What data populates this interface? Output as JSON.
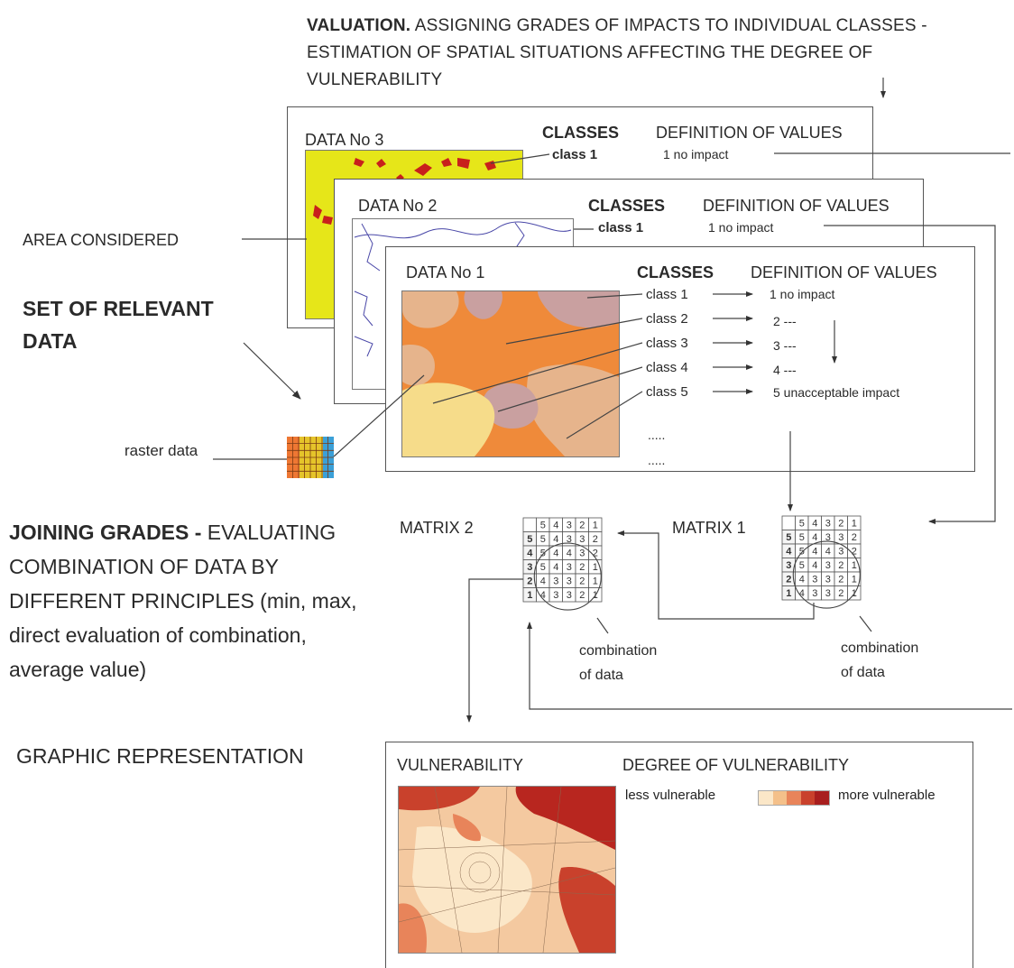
{
  "valuation": {
    "title": "VALUATION.",
    "line1_rest": "ASSIGNING GRADES OF IMPACTS TO INDIVIDUAL CLASSES -",
    "line2": "ESTIMATION OF SPATIAL SITUATIONS AFFECTING THE DEGREE OF",
    "line3": "VULNERABILITY"
  },
  "left": {
    "area_considered": "AREA CONSIDERED",
    "set_of_relevant_line1": "SET OF RELEVANT",
    "set_of_relevant_line2": "DATA",
    "raster_data": "raster data",
    "joining_bold": "JOINING GRADES -",
    "joining_line1_rest": " EVALUATING",
    "joining_line2": "COMBINATION  OF  DATA  BY",
    "joining_line3": "DIFFERENT PRINCIPLES (min, max,",
    "joining_line4": "direct evaluation of combination,",
    "joining_line5": "average value)",
    "graphic_representation": "GRAPHIC REPRESENTATION"
  },
  "data3": {
    "title": "DATA  No 3",
    "classes": "CLASSES",
    "class1": "class 1",
    "def": "DEFINITION OF VALUES",
    "value1": "1 no impact"
  },
  "data2": {
    "title": "DATA  No 2",
    "classes": "CLASSES",
    "class1": "class 1",
    "def": "DEFINITION OF VALUES",
    "value1": "1 no impact"
  },
  "data1": {
    "title": "DATA  No 1",
    "classes": "CLASSES",
    "def": "DEFINITION OF VALUES",
    "class_labels": [
      "class 1",
      "class 2",
      "class 3",
      "class 4",
      "class 5"
    ],
    "values": [
      "1 no impact",
      "2 ---",
      "3 ---",
      "4 ---",
      "5 unacceptable impact"
    ],
    "ellipsis1": ".....",
    "ellipsis2": "....."
  },
  "matrix": {
    "matrix2_label": "MATRIX 2",
    "matrix1_label": "MATRIX 1",
    "combination_line1": "combination",
    "combination_line2": "of data",
    "header": [
      "5",
      "4",
      "3",
      "2",
      "1"
    ],
    "rows": [
      [
        "5",
        "5",
        "4",
        "3",
        "3",
        "2"
      ],
      [
        "4",
        "5",
        "4",
        "4",
        "3",
        "2"
      ],
      [
        "3",
        "5",
        "4",
        "3",
        "2",
        "1"
      ],
      [
        "2",
        "4",
        "3",
        "3",
        "2",
        "1"
      ],
      [
        "1",
        "4",
        "3",
        "3",
        "2",
        "1"
      ]
    ]
  },
  "output": {
    "vulnerability": "VULNERABILITY",
    "degree": "DEGREE OF VULNERABILITY",
    "less": "less vulnerable",
    "more": "more vulnerable",
    "scale_colors": [
      "#fbe7c8",
      "#f4c08a",
      "#e8845a",
      "#c9412c",
      "#a81e1e"
    ]
  },
  "colors": {
    "data3_fill": "#e6e619",
    "data1_orange": "#ef8a3a",
    "data1_mauve": "#c9a0a0",
    "data1_tan": "#e6b48c",
    "data1_yellow": "#f6dc8a",
    "raster_colors": [
      "#ee7733",
      "#e5c42a",
      "#3ba0d8"
    ]
  }
}
